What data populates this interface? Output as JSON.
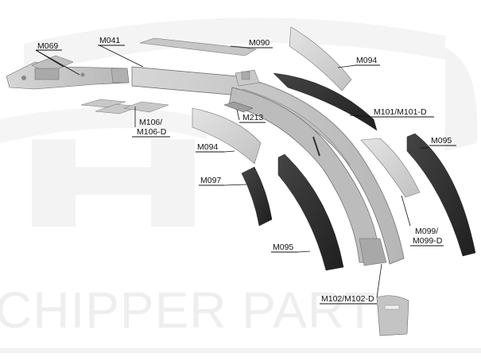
{
  "watermark": {
    "text": "CHIPPER PART",
    "color": "#eeeeee"
  },
  "colors": {
    "metal_light": "#d4d4d4",
    "metal_mid": "#bdbdbd",
    "metal_dark": "#9a9a9a",
    "wear_plate": "#2f2f2f",
    "outline": "#555555"
  },
  "labels": {
    "m069": "M069",
    "m041": "M041",
    "m090": "M090",
    "m094_top": "M094",
    "m101": "M101/M101-D",
    "m106_line1": "M106/",
    "m106_line2": "M106-D",
    "m213": "M213",
    "m094_mid": "M094",
    "m095_right": "M095",
    "m097": "M097",
    "m099_line1": "M099/",
    "m099_line2": "M099-D",
    "m095_bottom": "M095",
    "m102": "M102/M102-D"
  }
}
